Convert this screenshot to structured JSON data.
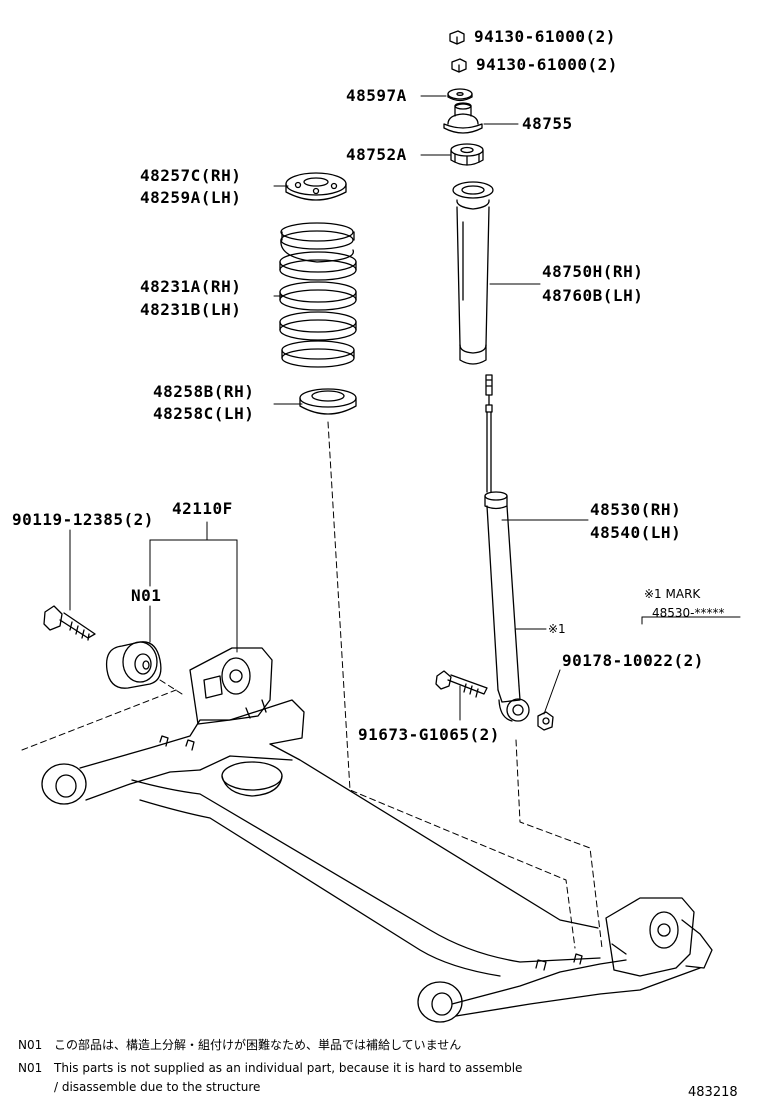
{
  "labels": {
    "nut_top_1": "94130-61000(2)",
    "nut_top_2": "94130-61000(2)",
    "washer": "48597A",
    "support": "48755",
    "seat_upper": "48752A",
    "spring_insulator_upper_rh": "48257C(RH)",
    "spring_insulator_upper_lh": "48259A(LH)",
    "bump_stopper_rh": "48750H(RH)",
    "bump_stopper_lh": "48760B(LH)",
    "coil_spring_rh": "48231A(RH)",
    "coil_spring_lh": "48231B(LH)",
    "spring_insulator_lower_rh": "48258B(RH)",
    "spring_insulator_lower_lh": "48258C(LH)",
    "bolt_front": "90119-12385(2)",
    "axle_beam": "42110F",
    "bushing_note": "N01",
    "absorber_rh": "48530(RH)",
    "absorber_lh": "48540(LH)",
    "mark_ref": "※1",
    "mark_title": "※1 MARK",
    "mark_value": "48530-*****",
    "nut_lower": "90178-10022(2)",
    "bolt_lower": "91673-G1065(2)"
  },
  "notes": [
    {
      "code": "N01",
      "text": "この部品は、構造上分解・組付けが困難なため、単品では補給していません"
    },
    {
      "code": "N01",
      "text": "This parts is not supplied as an individual part, because it is hard to assemble"
    },
    {
      "code": "",
      "text": "/ disassemble due to the structure"
    }
  ],
  "figure_id": "483218"
}
